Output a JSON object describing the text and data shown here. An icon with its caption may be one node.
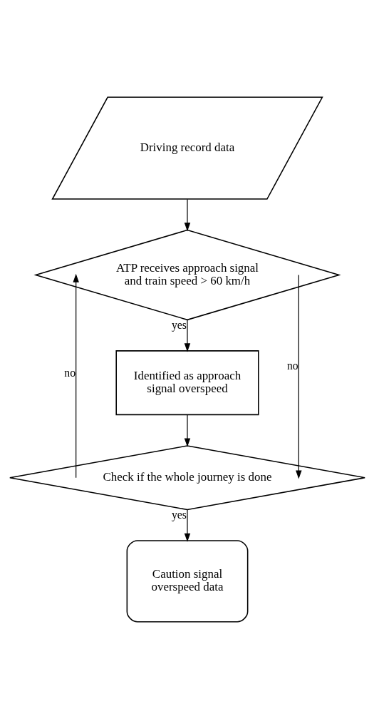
{
  "diagram": {
    "nodes": [
      {
        "text": [
          "Driving record data"
        ]
      },
      {
        "text": [
          "ATP receives approach signal and train speed > 60 km/h"
        ]
      },
      {
        "text": [
          "Identified as approach signal overspeed"
        ]
      },
      {
        "text": [
          "Check if the whole journey is done"
        ]
      },
      {
        "text": [
          "Caution signal overspeed data"
        ]
      }
    ],
    "edges": [
      {
        "from": 0,
        "to": 1,
        "arrow": "to"
      },
      {
        "from": 1,
        "to": 2,
        "arrow": "to",
        "label": "yes"
      },
      {
        "from": 2,
        "to": 3,
        "arrow": "to"
      },
      {
        "from": 3,
        "to": 4,
        "arrow": "to",
        "label": "yes"
      },
      {
        "from": 1,
        "to": 3,
        "arrow": "to",
        "label": "no"
      },
      {
        "from": 3,
        "to": 1,
        "arrow": "to",
        "label": "no"
      }
    ]
  }
}
